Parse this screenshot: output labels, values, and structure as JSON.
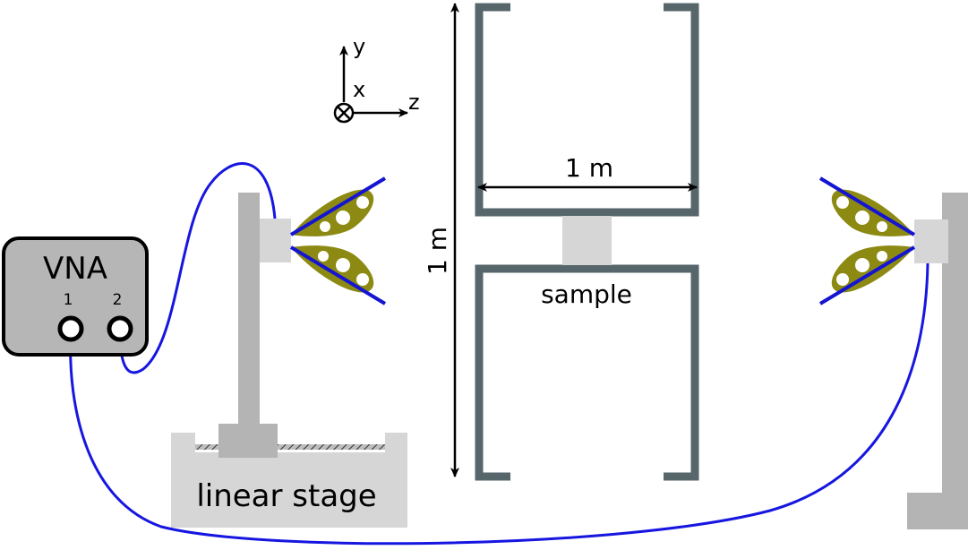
{
  "labels": {
    "vna": "VNA",
    "port1": "1",
    "port2": "2",
    "linear_stage": "linear stage",
    "sample": "sample",
    "width_dim": "1 m",
    "height_dim": "1 m",
    "axis_y": "y",
    "axis_x": "x",
    "axis_z": "z"
  },
  "colors": {
    "cable": "#1616e0",
    "frame": "#56666b",
    "stand": "#b4b4b4",
    "stand_light": "#d6d6d6",
    "antenna_fill": "#8c8a12",
    "antenna_edge": "#1414d2",
    "vna_box": "#b6b6b6"
  },
  "icons": {
    "vna": "vector-network-analyzer-icon",
    "antenna": "vivaldi-antenna-icon",
    "axis_out_of_page": "circled-cross-icon"
  }
}
